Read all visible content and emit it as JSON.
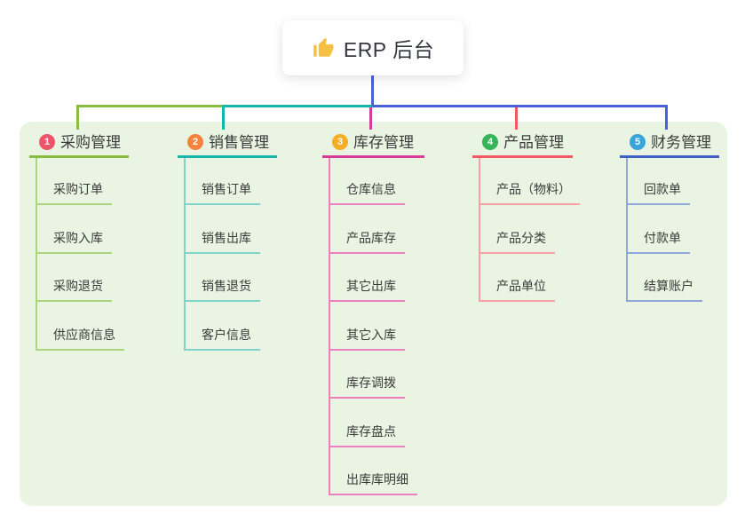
{
  "title": {
    "icon": "thumbs-up",
    "text": "ERP 后台"
  },
  "colors": {
    "page_bg": "#ffffff",
    "panel_bg": "#E9F5E2",
    "connector": "#4B5FD6",
    "node_text": "#3B3B3B",
    "title_text": "#33363C",
    "thumb_icon": "#F6C143"
  },
  "branches": [
    {
      "index": "1",
      "label": "采购管理",
      "badge_color": "#F0546B",
      "line_color": "#88BC41",
      "item_line_color": "#ADD57F",
      "items": [
        "采购订单",
        "采购入库",
        "采购退货",
        "供应商信息"
      ]
    },
    {
      "index": "2",
      "label": "销售管理",
      "badge_color": "#F8833E",
      "line_color": "#16B7AB",
      "item_line_color": "#7FD3CB",
      "items": [
        "销售订单",
        "销售出库",
        "销售退货",
        "客户信息"
      ]
    },
    {
      "index": "3",
      "label": "库存管理",
      "badge_color": "#F6AE24",
      "line_color": "#D63C97",
      "item_line_color": "#EC7FBD",
      "items": [
        "仓库信息",
        "产品库存",
        "其它出库",
        "其它入库",
        "库存调拨",
        "库存盘点",
        "出库库明细"
      ]
    },
    {
      "index": "4",
      "label": "产品管理",
      "badge_color": "#36B457",
      "line_color": "#F15A60",
      "item_line_color": "#F7A1A4",
      "items": [
        "产品（物料）",
        "产品分类",
        "产品单位"
      ]
    },
    {
      "index": "5",
      "label": "财务管理",
      "badge_color": "#38A4DB",
      "line_color": "#3F60C5",
      "item_line_color": "#90A7DD",
      "items": [
        "回款单",
        "付款单",
        "结算账户"
      ]
    }
  ]
}
